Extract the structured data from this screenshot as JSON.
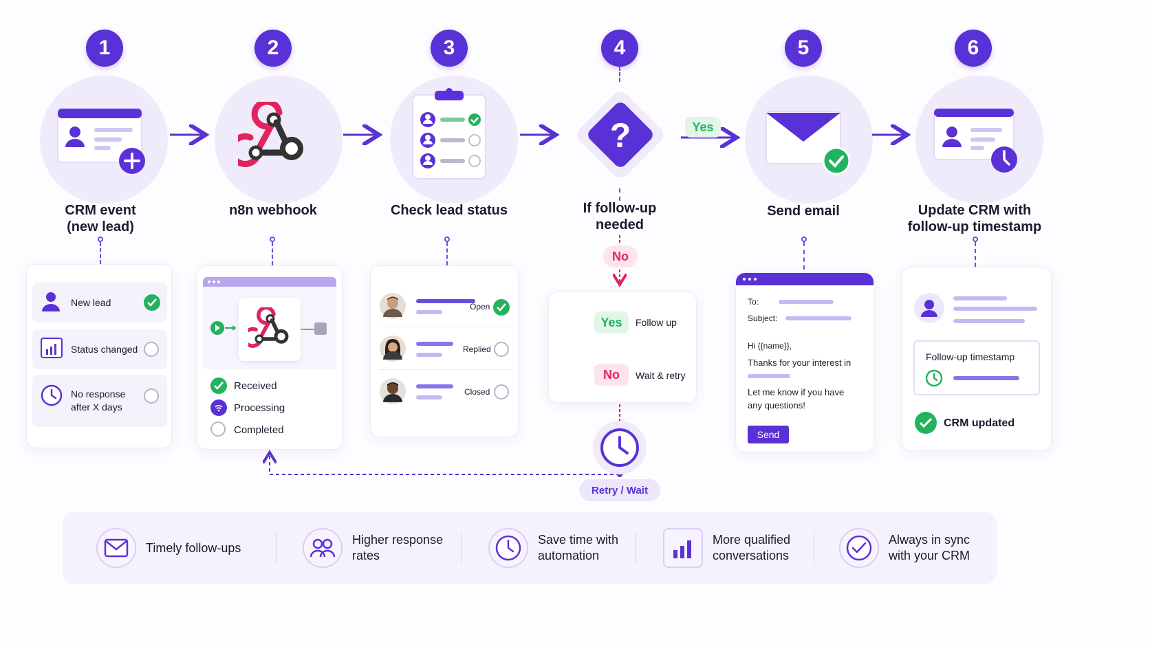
{
  "steps": [
    {
      "number": "1",
      "title": "CRM event\n(new lead)"
    },
    {
      "number": "2",
      "title": "n8n webhook"
    },
    {
      "number": "3",
      "title": "Check lead status"
    },
    {
      "number": "4",
      "title": "If follow-up\nneeded"
    },
    {
      "number": "5",
      "title": "Send email"
    },
    {
      "number": "6",
      "title": "Update CRM with\nfollow-up timestamp"
    }
  ],
  "branch_yes_label": "Yes",
  "branch_no_label": "No",
  "crm_events": [
    {
      "label": "New lead",
      "state": "checked"
    },
    {
      "label": "Status changed",
      "state": "empty"
    },
    {
      "label": "No response\nafter X days",
      "state": "empty"
    }
  ],
  "webhook_states": [
    {
      "label": "Received",
      "state": "checked"
    },
    {
      "label": "Processing",
      "state": "active"
    },
    {
      "label": "Completed",
      "state": "empty"
    }
  ],
  "lead_statuses": [
    {
      "label": "Open",
      "state": "checked"
    },
    {
      "label": "Replied",
      "state": "empty"
    },
    {
      "label": "Closed",
      "state": "empty"
    }
  ],
  "decision": {
    "yes_label": "Yes",
    "yes_action": "Follow up",
    "no_label": "No",
    "no_action": "Wait & retry"
  },
  "email": {
    "to_label": "To:",
    "subject_label": "Subject:",
    "greeting": "Hi {{name}},",
    "line1": "Thanks for your interest in",
    "line2": "Let me know if you have\nany questions!",
    "send_label": "Send"
  },
  "crm_update": {
    "timestamp_label": "Follow-up timestamp",
    "updated_label": "CRM updated"
  },
  "retry_label": "Retry / Wait",
  "benefits": [
    {
      "icon": "mail-icon",
      "text": "Timely follow-ups"
    },
    {
      "icon": "users-icon",
      "text": "Higher response\nrates"
    },
    {
      "icon": "clock-icon",
      "text": "Save time with\nautomation"
    },
    {
      "icon": "chart-icon",
      "text": "More qualified\nconversations"
    },
    {
      "icon": "check-icon",
      "text": "Always in sync\nwith your CRM"
    }
  ],
  "colors": {
    "primary": "#5a31d6",
    "accent_light": "#efebfb",
    "success": "#22b35e",
    "danger": "#e0245e"
  }
}
